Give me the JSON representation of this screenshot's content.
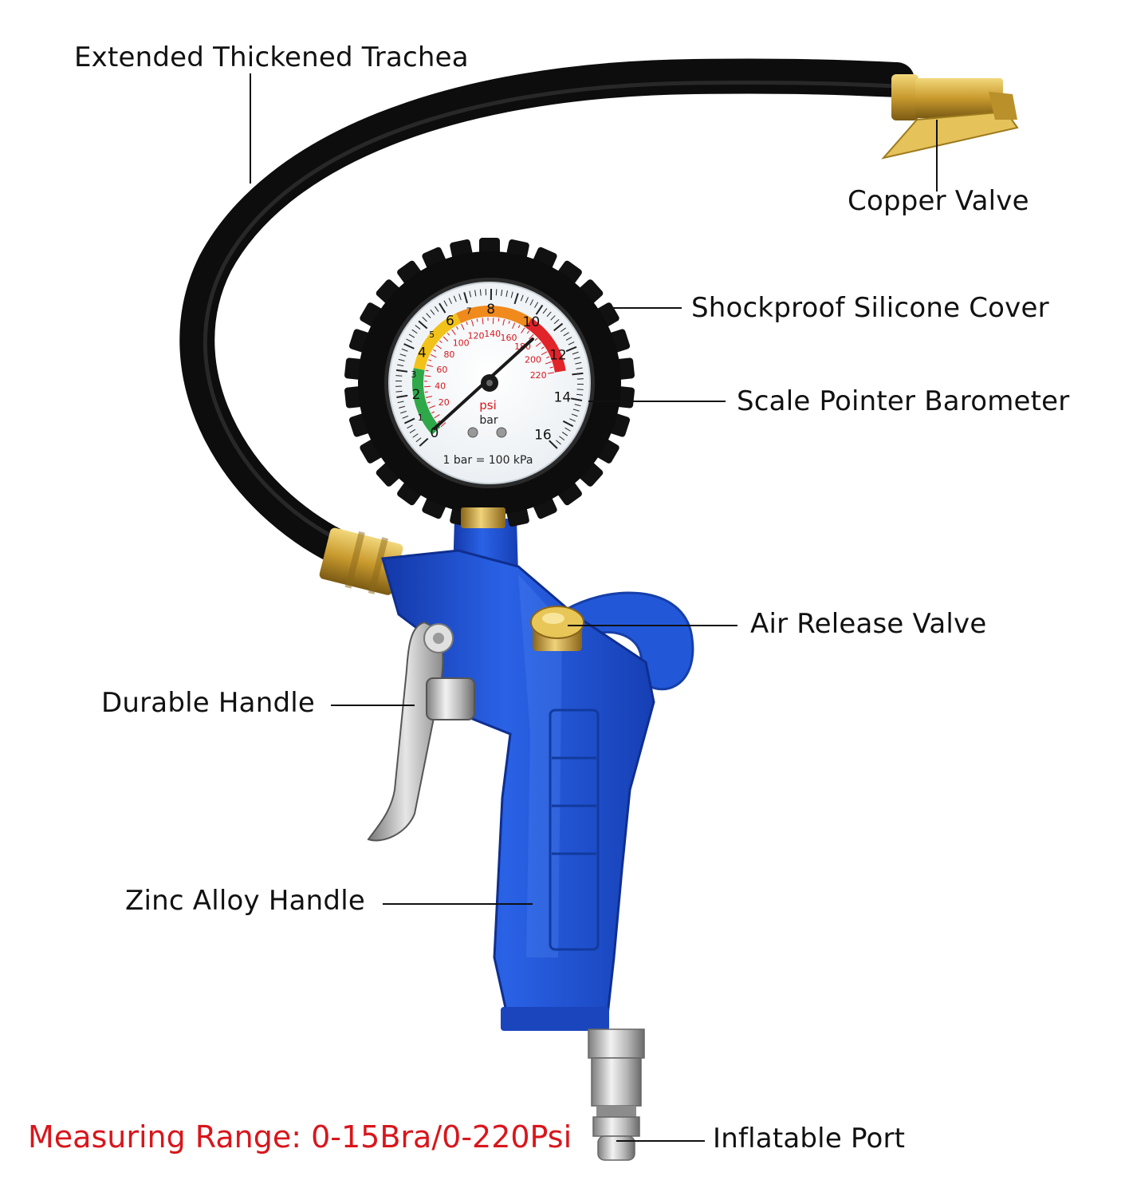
{
  "labels": {
    "trachea": "Extended Thickened Trachea",
    "copper_valve": "Copper Valve",
    "silicone_cover": "Shockproof Silicone Cover",
    "barometer": "Scale Pointer Barometer",
    "air_release": "Air Release Valve",
    "durable_handle": "Durable Handle",
    "zinc_handle": "Zinc Alloy Handle",
    "inflatable_port": "Inflatable Port"
  },
  "measuring_range": "Measuring Range: 0-15Bra/0-220Psi",
  "gauge": {
    "bar_ticks": [
      "0",
      "1",
      "2",
      "3",
      "4",
      "5",
      "6",
      "7",
      "8",
      "10",
      "12",
      "14",
      "16"
    ],
    "psi_ticks": [
      "20",
      "40",
      "60",
      "80",
      "100",
      "120",
      "140",
      "160",
      "180",
      "200",
      "220"
    ],
    "unit_psi": "psi",
    "unit_bar": "bar",
    "conversion": "1 bar = 100 kPa"
  },
  "colors": {
    "range_text": "#d8161c",
    "gun_blue": "#1f4fd1",
    "hose": "#141414",
    "brass": "#c9a23a"
  }
}
